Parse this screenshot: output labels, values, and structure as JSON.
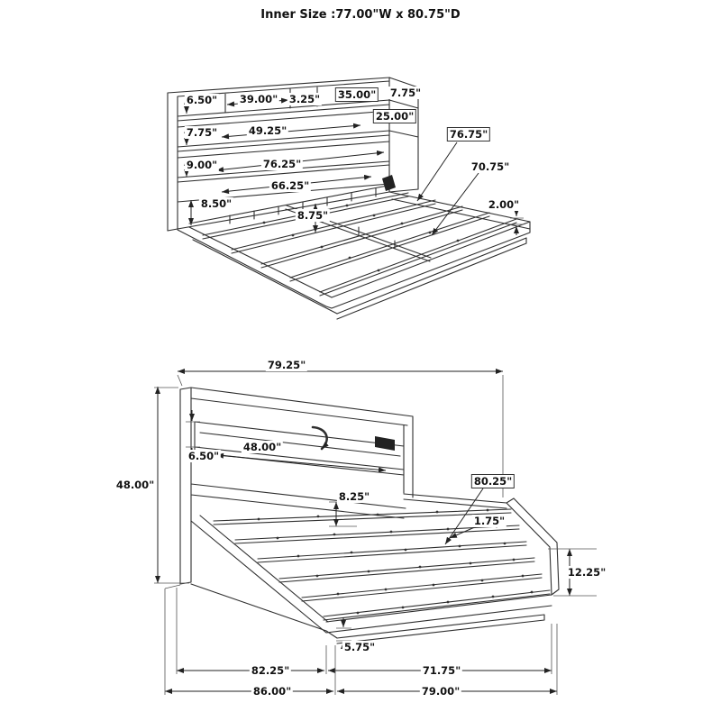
{
  "title": "Inner Size :77.00\"W x 80.75\"D",
  "accent_color": "#2f2f2f",
  "views": {
    "top": {
      "dims": {
        "shelf_height": "6.50\"",
        "shelf_section1_width": "39.00\"",
        "shelf_divider_width": "3.25\"",
        "shelf_section2_width": "35.00\"",
        "top_panel_depth": "7.75\"",
        "side_compartment": "25.00\"",
        "band2_height": "7.75\"",
        "band2_width": "49.25\"",
        "band3_height": "9.00\"",
        "band3_width": "76.25\"",
        "base_width": "66.25\"",
        "base_height": "8.50\"",
        "slat_gap": "8.75\"",
        "slat_length": "76.75\"",
        "inner_length": "70.75\"",
        "rail_lip": "2.00\""
      }
    },
    "bottom": {
      "dims": {
        "headboard_width": "79.25\"",
        "headboard_height": "48.00\"",
        "shelf_opening_height": "6.50\"",
        "shelf_opening_width": "48.00\"",
        "platform_offset": "8.25\"",
        "platform_depth": "80.25\"",
        "slat_thickness": "1.75\"",
        "side_height": "12.25\"",
        "plinth_height": "5.75\"",
        "depth_inner": "82.25\"",
        "width_inner": "71.75\"",
        "depth_outer": "86.00\"",
        "width_outer": "79.00\""
      }
    }
  }
}
